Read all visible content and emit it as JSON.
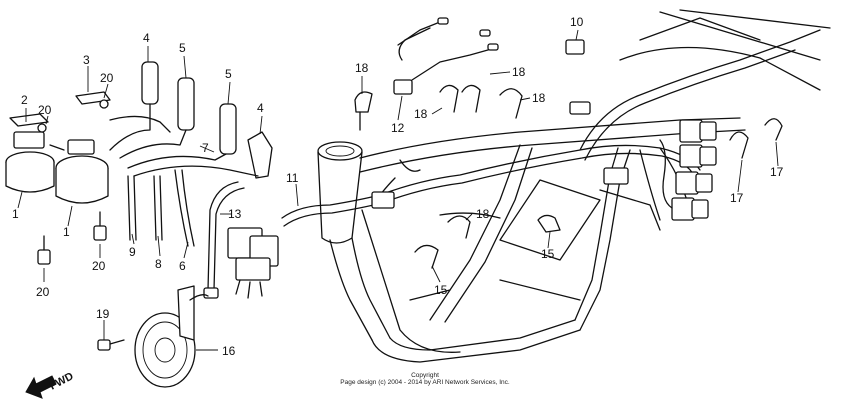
{
  "callouts": [
    "1",
    "1",
    "2",
    "20",
    "3",
    "20",
    "4",
    "5",
    "5",
    "4",
    "7",
    "9",
    "8",
    "6",
    "13",
    "11",
    "20",
    "20",
    "19",
    "16",
    "18",
    "18",
    "18",
    "18",
    "12",
    "10",
    "18",
    "15",
    "15",
    "17",
    "17"
  ],
  "fwd_label": "FWD",
  "copyright": {
    "line1": "Copyright",
    "line2": "Page design (c) 2004 - 2014 by ARI Network Services, Inc."
  }
}
